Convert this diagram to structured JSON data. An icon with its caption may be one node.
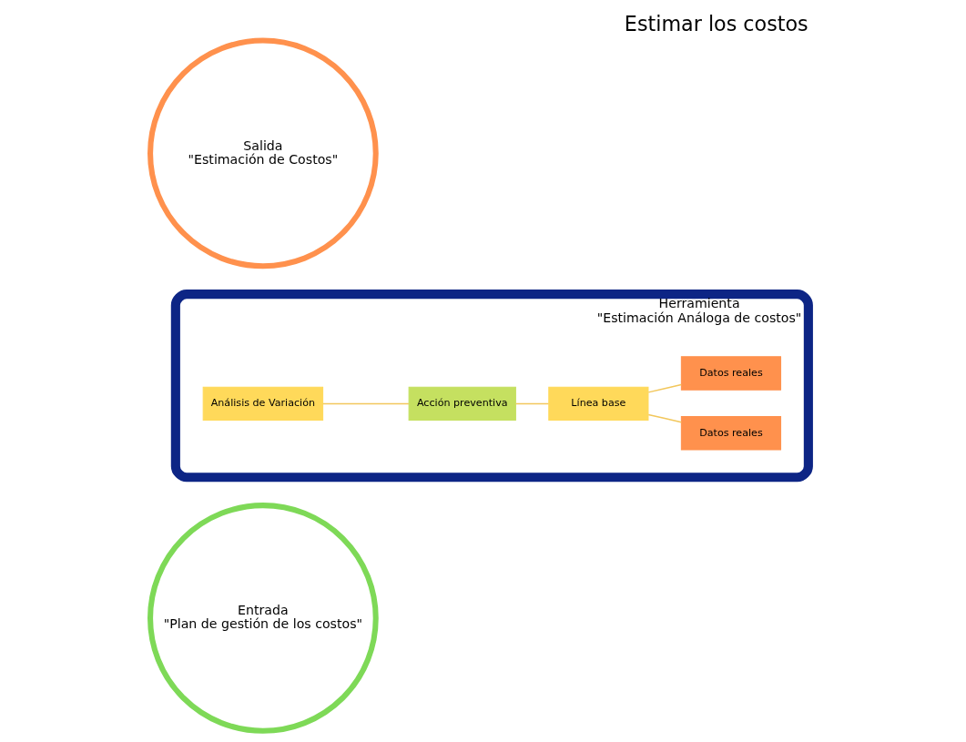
{
  "diagram": {
    "title": "Estimar los costos",
    "nodes": [
      {
        "text": [
          "Entrada",
          "\"Plan de gestión de los costos\""
        ]
      },
      {
        "text": [
          "Herramienta",
          "\"Estimación Análoga de costos\""
        ]
      },
      {
        "text": [
          "Análisis de Variación"
        ],
        "in": 1
      },
      {
        "text": [
          "Acción preventiva"
        ],
        "in": 1
      },
      {
        "text": [
          "Línea base"
        ],
        "in": 1
      },
      {
        "text": [
          "Datos reales"
        ],
        "in": 1
      },
      {
        "text": [
          "Datos reales"
        ],
        "in": 1
      },
      {
        "text": [
          "Salida",
          "\"Estimación de Costos\""
        ]
      }
    ],
    "edges": [
      {
        "from": 2,
        "to": 3,
        "arrow": "none"
      },
      {
        "from": 3,
        "to": 4,
        "arrow": "none"
      },
      {
        "from": 4,
        "to": 5,
        "arrow": "none"
      },
      {
        "from": 4,
        "to": 6,
        "arrow": "none"
      }
    ]
  }
}
